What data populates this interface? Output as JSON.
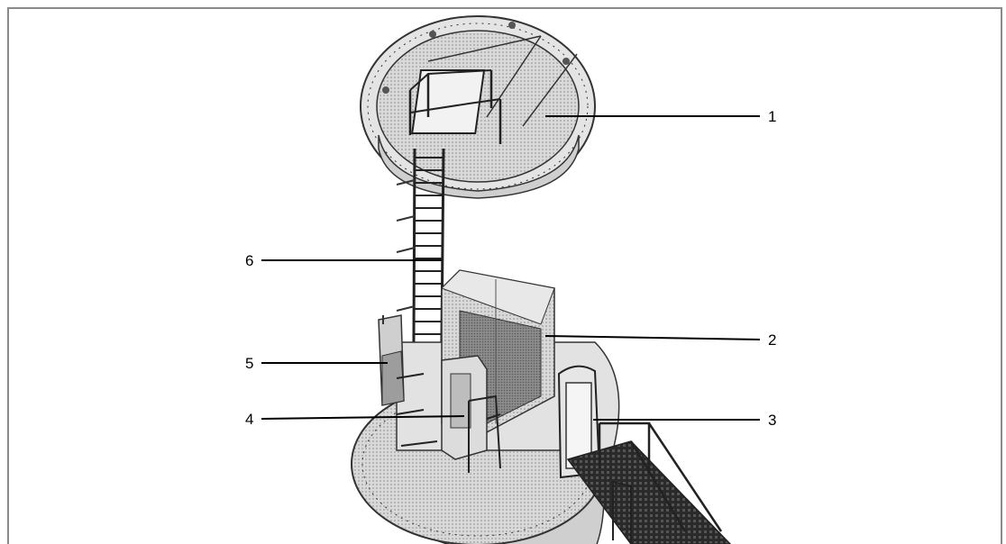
{
  "callouts": [
    {
      "id": "1",
      "label": "1"
    },
    {
      "id": "2",
      "label": "2"
    },
    {
      "id": "3",
      "label": "3"
    },
    {
      "id": "4",
      "label": "4"
    },
    {
      "id": "5",
      "label": "5"
    },
    {
      "id": "6",
      "label": "6"
    }
  ],
  "colors": {
    "frame": "#8a8a8a",
    "line": "#000000",
    "steel": "#d8d8d8",
    "shadow": "#9a9a9a"
  }
}
